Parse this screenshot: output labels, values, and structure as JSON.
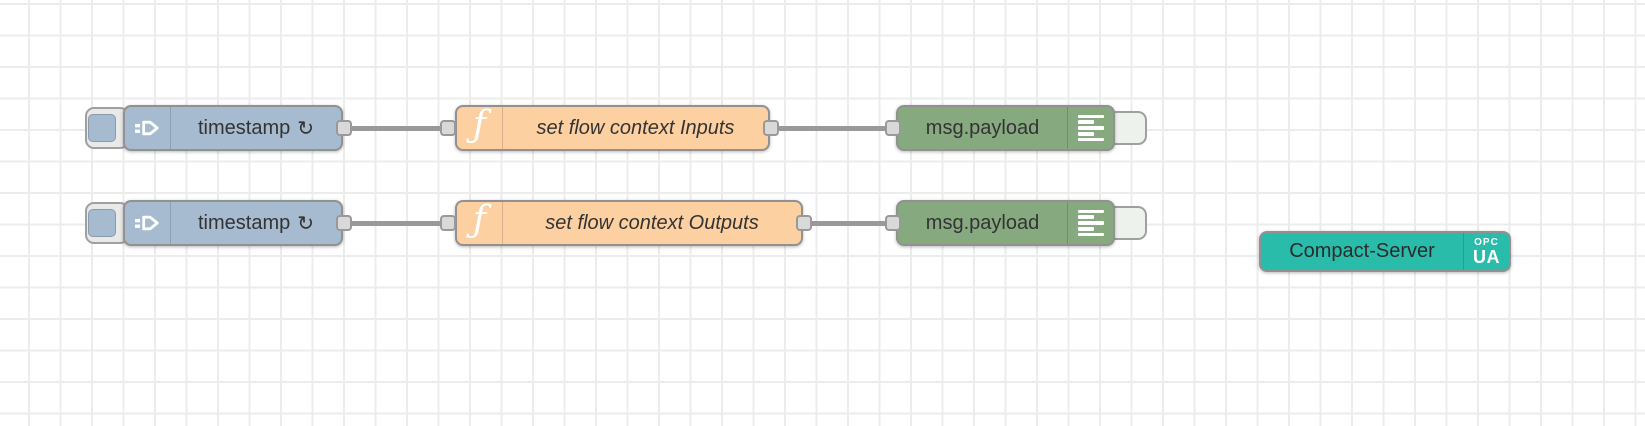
{
  "workspace": {
    "background": "#ffffff",
    "grid_color": "#ececec"
  },
  "colors": {
    "inject_node": "#a6bbcf",
    "function_node": "#fdd0a2",
    "debug_node": "#87a980",
    "opcua_server_node": "#2abcab",
    "wire": "#999999",
    "port": "#d9d9d9",
    "label": "#333333"
  },
  "nodes": {
    "inject1": {
      "type": "inject",
      "label": "timestamp",
      "repeat_glyph": "↻"
    },
    "function1": {
      "type": "function",
      "label": "set flow context Inputs",
      "icon_glyph": "ƒ"
    },
    "debug1": {
      "type": "debug",
      "label": "msg.payload"
    },
    "inject2": {
      "type": "inject",
      "label": "timestamp",
      "repeat_glyph": "↻"
    },
    "function2": {
      "type": "function",
      "label": "set flow context Outputs",
      "icon_glyph": "ƒ"
    },
    "debug2": {
      "type": "debug",
      "label": "msg.payload"
    },
    "server1": {
      "type": "opcua-compact-server",
      "label": "Compact-Server",
      "badge_line1": "OPC",
      "badge_line2": "UA"
    }
  }
}
